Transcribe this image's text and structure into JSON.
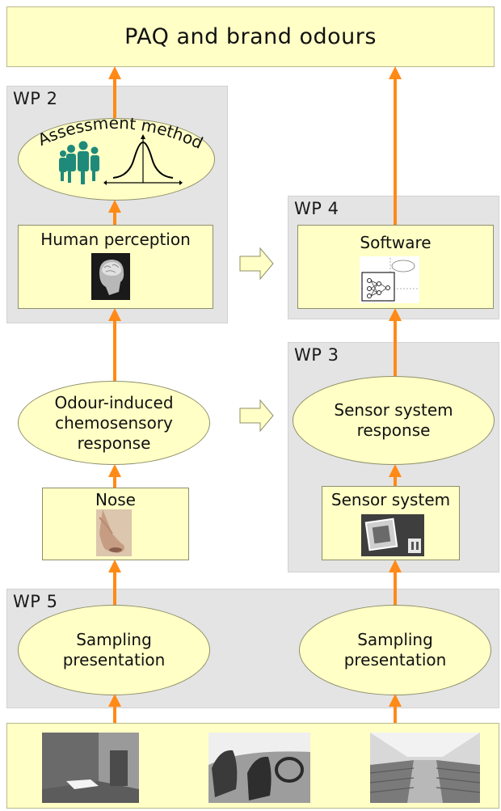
{
  "title": "PAQ and brand odours",
  "work_packages": {
    "wp2": {
      "label": "WP 2"
    },
    "wp3": {
      "label": "WP 3"
    },
    "wp4": {
      "label": "WP 4"
    },
    "wp5": {
      "label": "WP 5"
    }
  },
  "nodes": {
    "assessment_method": "Assessment method",
    "human_perception": "Human perception",
    "software": "Software",
    "odour_response_line1": "Odour-induced",
    "odour_response_line2": "chemosensory",
    "odour_response_line3": "response",
    "sensor_response_line1": "Sensor system",
    "sensor_response_line2": "response",
    "nose": "Nose",
    "sensor_system": "Sensor system",
    "sampling_left_line1": "Sampling",
    "sampling_left_line2": "presentation",
    "sampling_right_line1": "Sampling",
    "sampling_right_line2": "presentation"
  },
  "environments": [
    "room-interior-photo",
    "car-interior-photo",
    "aircraft-cabin-photo"
  ],
  "colors": {
    "arrow": "#ff8a17",
    "box_fill": "#ffffc6",
    "region_fill": "#e4e4e4",
    "people_icon": "#1f8a7a"
  }
}
